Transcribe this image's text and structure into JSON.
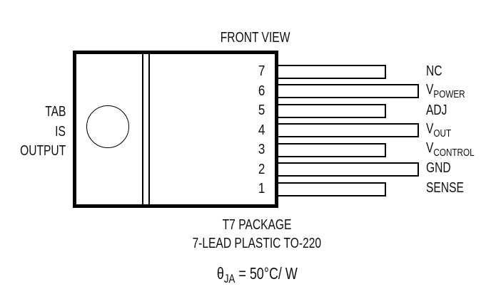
{
  "title": "FRONT VIEW",
  "tab_label": [
    "TAB",
    "IS",
    "OUTPUT"
  ],
  "package": {
    "line1": "T7 PACKAGE",
    "line2": "7-LEAD PLASTIC TO-220",
    "thermal_symbol": "θ",
    "thermal_subscript": "JA",
    "thermal_value": "= 50°C/ W"
  },
  "pins": [
    {
      "number": "7",
      "name": "NC",
      "sub": "",
      "long": false
    },
    {
      "number": "6",
      "name": "V",
      "sub": "POWER",
      "long": true
    },
    {
      "number": "5",
      "name": "ADJ",
      "sub": "",
      "long": false
    },
    {
      "number": "4",
      "name": "V",
      "sub": "OUT",
      "long": true
    },
    {
      "number": "3",
      "name": "V",
      "sub": "CONTROL",
      "long": false
    },
    {
      "number": "2",
      "name": "GND",
      "sub": "",
      "long": true
    },
    {
      "number": "1",
      "name": "SENSE",
      "sub": "",
      "long": false
    }
  ]
}
